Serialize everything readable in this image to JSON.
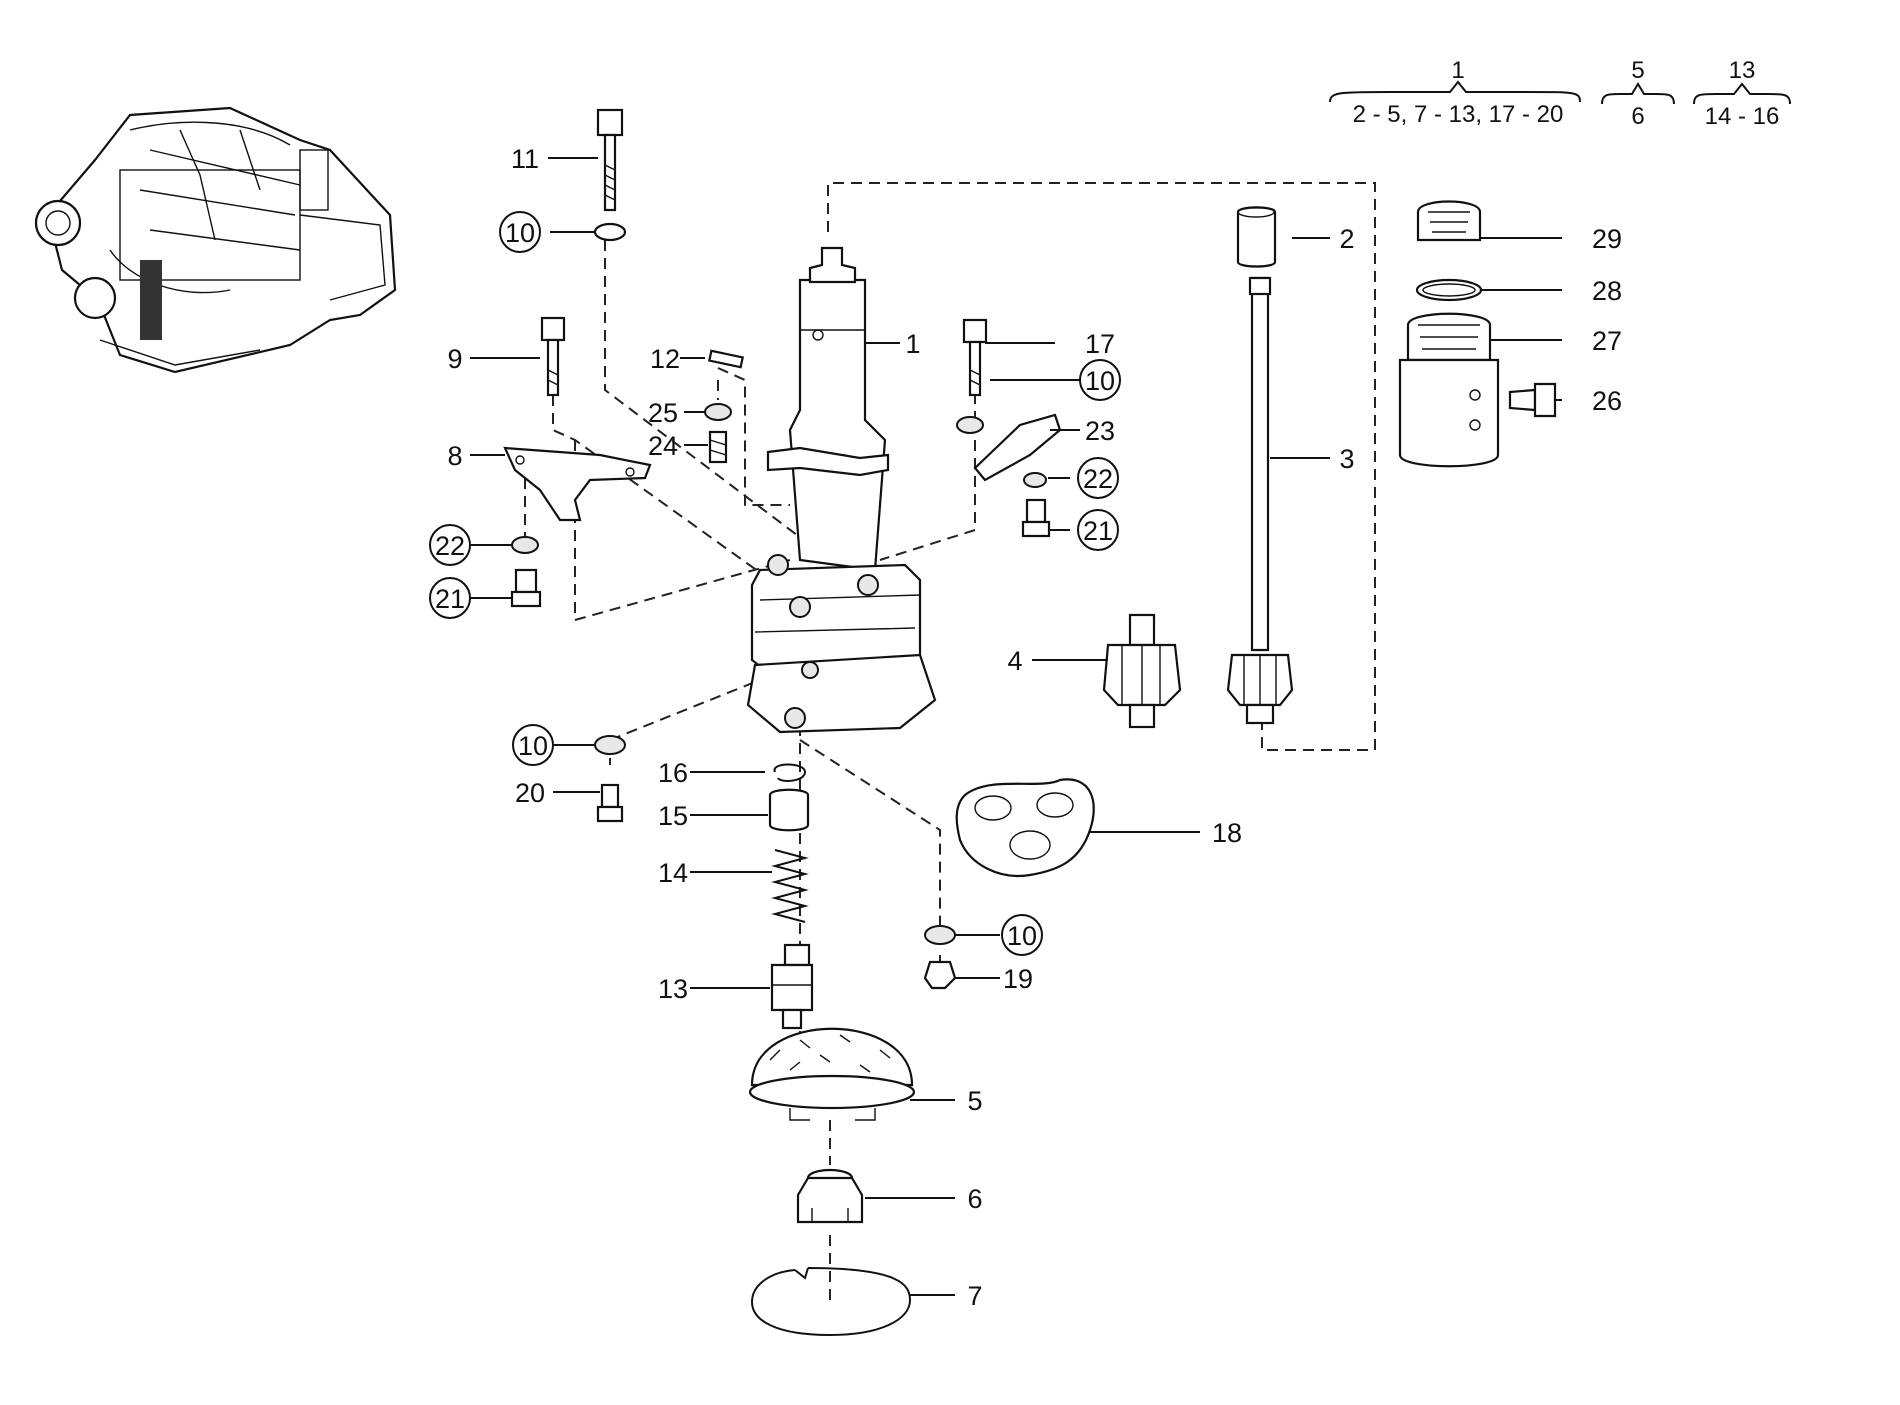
{
  "group_notes": [
    {
      "head": "1",
      "range": "2 - 5, 7 - 13, 17 - 20"
    },
    {
      "head": "5",
      "range": "6"
    },
    {
      "head": "13",
      "range": "14 - 16"
    }
  ],
  "labels": {
    "l1": "1",
    "l2": "2",
    "l3": "3",
    "l4": "4",
    "l5": "5",
    "l6": "6",
    "l7": "7",
    "l8": "8",
    "l9": "9",
    "l11": "11",
    "l12": "12",
    "l13": "13",
    "l14": "14",
    "l15": "15",
    "l16": "16",
    "l17": "17",
    "l18": "18",
    "l19": "19",
    "l20": "20",
    "l23": "23",
    "l24": "24",
    "l25": "25",
    "l26": "26",
    "l27": "27",
    "l28": "28",
    "l29": "29"
  },
  "circled_labels": {
    "c10a": "10",
    "c10b": "10",
    "c10c": "10",
    "c10d": "10",
    "c22a": "22",
    "c22b": "22",
    "c21a": "21",
    "c21b": "21"
  }
}
